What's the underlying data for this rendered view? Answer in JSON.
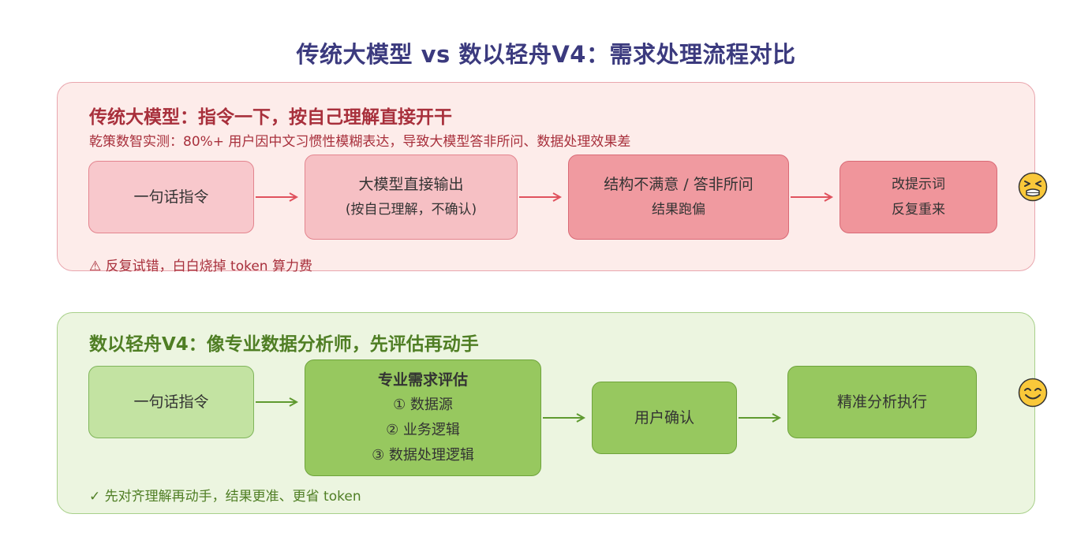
{
  "title": "传统大模型 vs 数以轻舟V4：需求处理流程对比",
  "traditional": {
    "title": "传统大模型：指令一下，按自己理解直接开干",
    "subtitle": "乾策数智实测：80%+ 用户因中文习惯性模糊表达，导致大模型答非所问、数据处理效果差",
    "steps": [
      {
        "lines": [
          "一句话指令"
        ]
      },
      {
        "lines": [
          "大模型直接输出",
          "(按自己理解，不确认)"
        ]
      },
      {
        "lines": [
          "结构不满意 / 答非所问",
          "结果跑偏"
        ]
      },
      {
        "lines": [
          "改提示词",
          "反复重来"
        ]
      }
    ],
    "note": "⚠ 反复试错，白白烧掉 token 算力费",
    "emoji": "frustrated-face-icon"
  },
  "v4": {
    "title": "数以轻舟V4：像专业数据分析师，先评估再动手",
    "steps": [
      {
        "lines": [
          "一句话指令"
        ]
      },
      {
        "lines": [
          "专业需求评估",
          "① 数据源",
          "② 业务逻辑",
          "③ 数据处理逻辑"
        ]
      },
      {
        "lines": [
          "用户确认"
        ]
      },
      {
        "lines": [
          "精准分析执行"
        ]
      }
    ],
    "note": "✓ 先对齐理解再动手，结果更准、更省 token",
    "emoji": "smiling-face-icon"
  },
  "colors": {
    "title": "#3b3a7e",
    "red_text": "#a8303c",
    "green_text": "#4f7e24",
    "red_arrow": "#e0525e",
    "green_arrow": "#5f9a30"
  }
}
